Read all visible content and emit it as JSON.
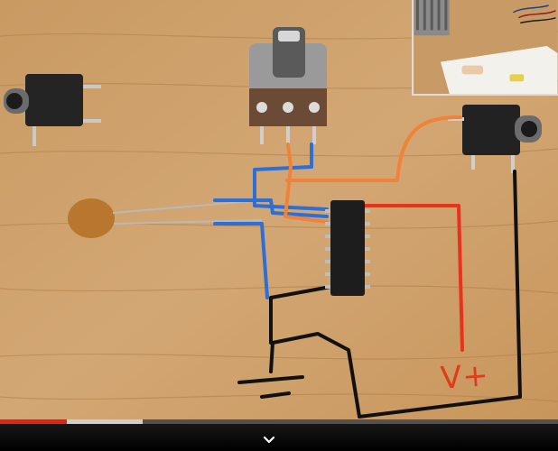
{
  "video": {
    "annotation_voltage_label": "V+",
    "wire_colors": {
      "blue": "#2c6fd6",
      "orange": "#f0833a",
      "red": "#e8321c",
      "black": "#111111"
    },
    "components": [
      "left-audio-jack-icon",
      "potentiometer-icon",
      "right-audio-jack-icon",
      "ceramic-capacitor-icon",
      "ic-chip-icon",
      "ground-symbol-icon"
    ]
  },
  "player": {
    "progress_played": 0.12,
    "progress_buffered": 0.255,
    "colors": {
      "played": "#e62117",
      "buffered": "#cfcfcf",
      "track": "#4a4a4a"
    },
    "expand_icon": "chevron-down-icon"
  }
}
